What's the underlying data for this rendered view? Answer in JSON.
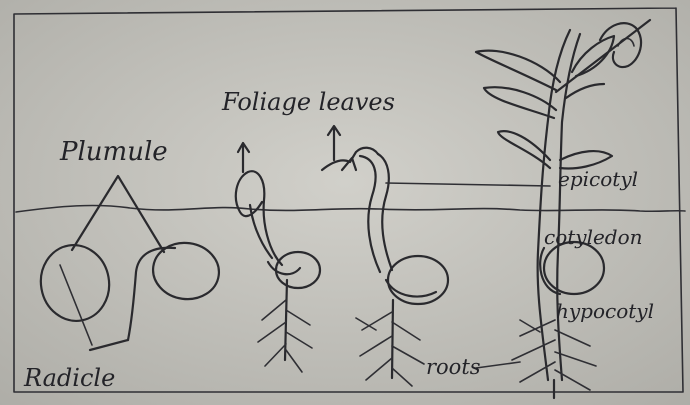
{
  "labels": {
    "plumule": "Plumule",
    "foliage_leaves": "Foliage leaves",
    "epicotyl": "epicotyl",
    "cotyledon": "cotyledon",
    "hypocotyl": "hypocotyl",
    "radicle": "Radicle",
    "roots": "roots"
  },
  "colors": {
    "paper": "#c9c8c2",
    "ink": "#2a2a2e"
  }
}
